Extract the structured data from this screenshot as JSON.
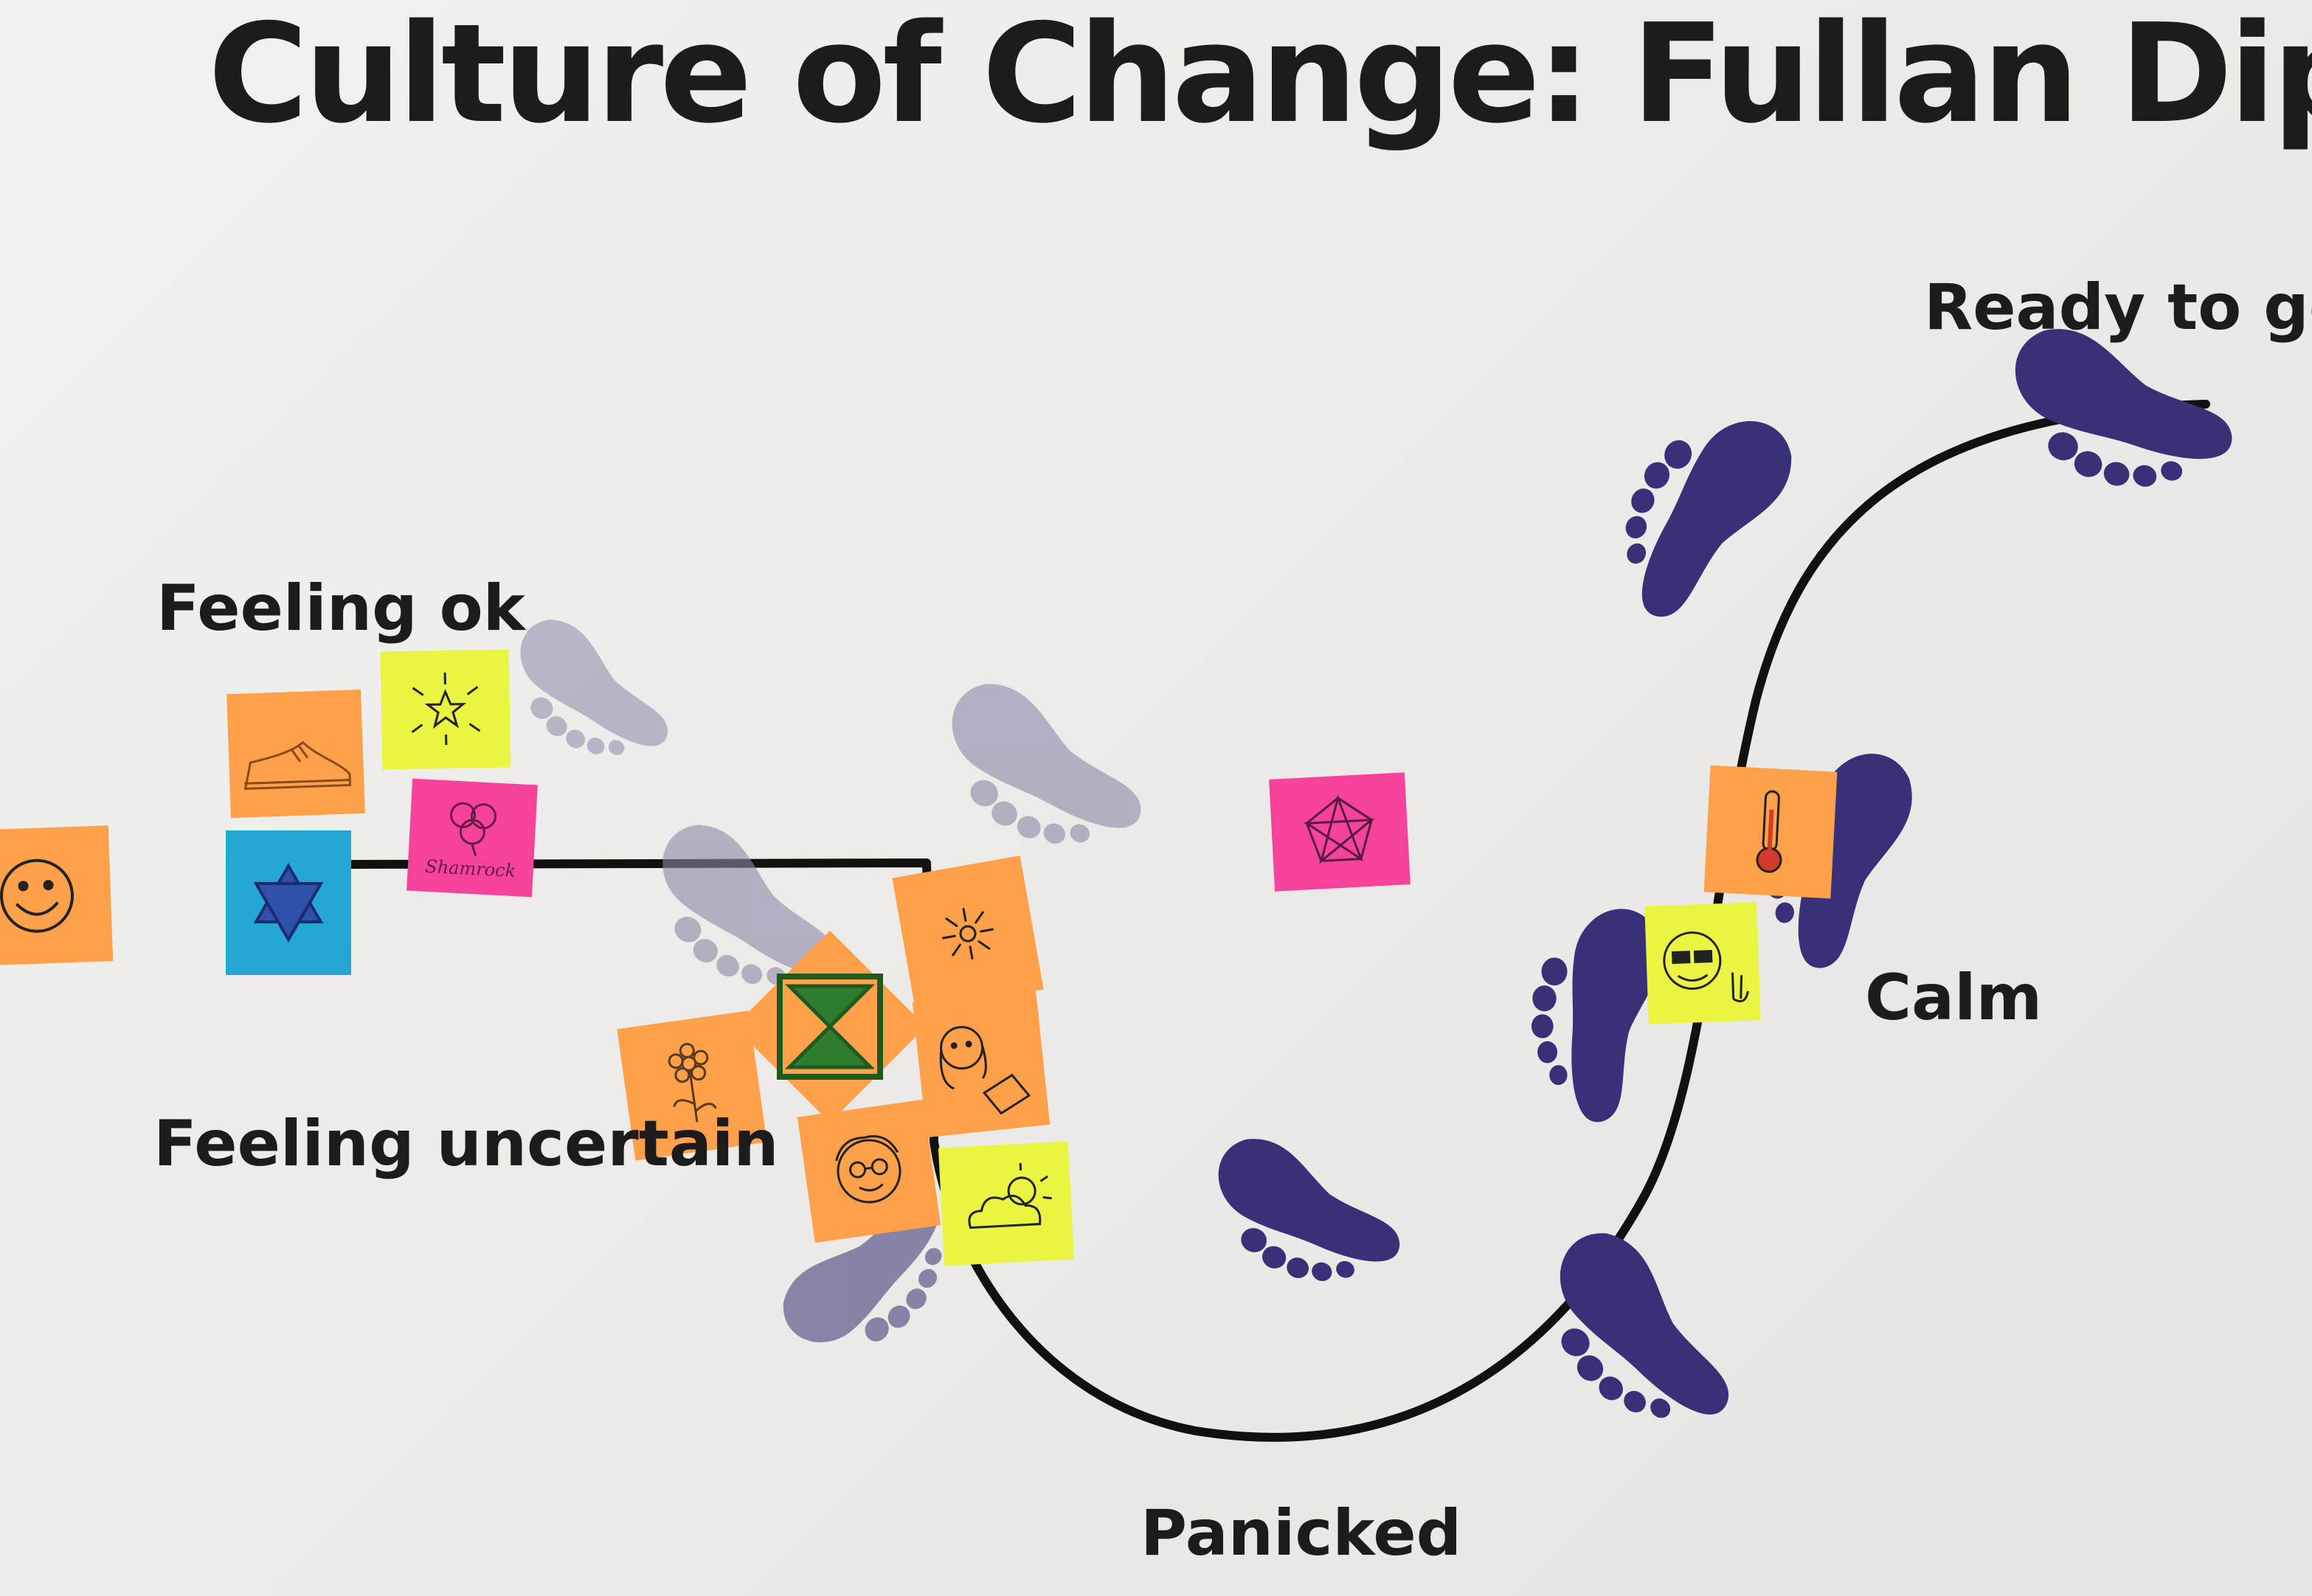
{
  "poster": {
    "title": "Culture of Change: Fullan Dip",
    "labels": {
      "feeling_ok": "Feeling ok",
      "feeling_uncertain": "Feeling uncertain",
      "panicked": "Panicked",
      "calm": "Calm",
      "ready_to_go": "Ready to go"
    }
  },
  "colors": {
    "paper": "#eeeeec",
    "text": "#1d1b1c",
    "curve": "#111111",
    "footprint_dark": "#38317a",
    "footprint_faded": "#8c88a8",
    "note_orange": "#ffa04a",
    "note_yellow": "#eaf542",
    "note_pink": "#f5439c",
    "note_blue": "#25a7d3"
  },
  "sticky_notes": [
    {
      "id": "smiley",
      "color": "orange",
      "drawing": "smiley-face",
      "text": ""
    },
    {
      "id": "shoe",
      "color": "orange",
      "drawing": "shoe",
      "text": ""
    },
    {
      "id": "sparkle-star",
      "color": "yellow",
      "drawing": "star-burst",
      "text": ""
    },
    {
      "id": "star-of-david",
      "color": "blue",
      "drawing": "six-point-star",
      "text": ""
    },
    {
      "id": "shamrock",
      "color": "pink",
      "drawing": "shamrock",
      "text": "Shamrock"
    },
    {
      "id": "sun",
      "color": "orange",
      "drawing": "sun",
      "text": ""
    },
    {
      "id": "hourglass",
      "color": "orange",
      "drawing": "hourglass",
      "text": ""
    },
    {
      "id": "flower",
      "color": "orange",
      "drawing": "flower",
      "text": ""
    },
    {
      "id": "girl-book",
      "color": "orange",
      "drawing": "girl-with-book",
      "text": ""
    },
    {
      "id": "curly-face",
      "color": "orange",
      "drawing": "face-with-glasses",
      "text": ""
    },
    {
      "id": "sun-cloud",
      "color": "yellow",
      "drawing": "sun-behind-cloud",
      "text": ""
    },
    {
      "id": "pentagon-star",
      "color": "pink",
      "drawing": "pentagram",
      "text": ""
    },
    {
      "id": "thermometer",
      "color": "orange",
      "drawing": "thermometer",
      "text": ""
    },
    {
      "id": "cool-emoji",
      "color": "yellow",
      "drawing": "sunglasses-face",
      "text": ""
    }
  ]
}
